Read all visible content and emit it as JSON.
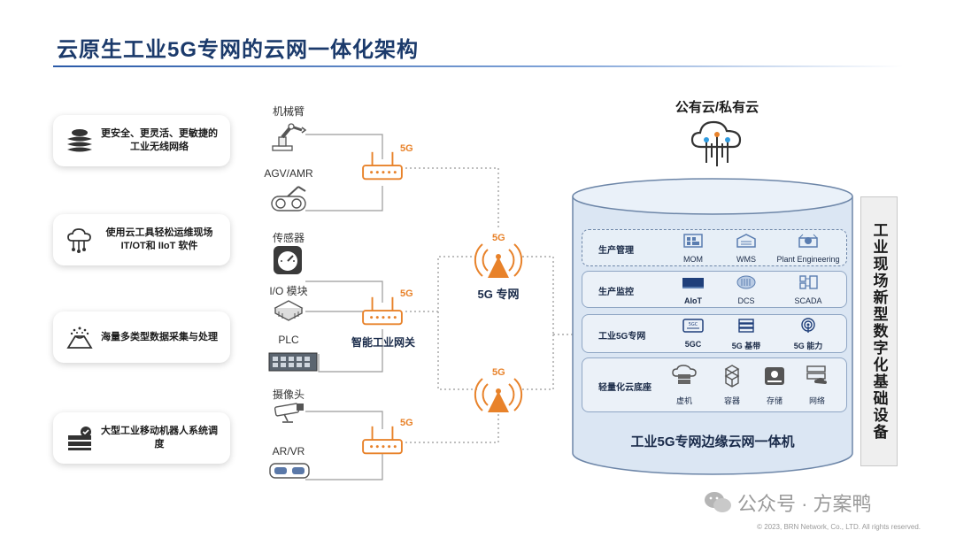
{
  "title": "云原生工业5G专网的云网一体化架构",
  "features": [
    {
      "text": "更安全、更灵活、更敏捷的工业无线网络",
      "icon": "layers-icon"
    },
    {
      "text": "使用云工具轻松运维现场IT/OT和 IIoT 软件",
      "icon": "cloud-network-icon"
    },
    {
      "text": "海量多类型数据采集与处理",
      "icon": "data-volcano-icon"
    },
    {
      "text": "大型工业移动机器人系统调度",
      "icon": "robot-dispatch-icon"
    }
  ],
  "devices": [
    {
      "label": "机械臂",
      "icon": "robot-arm-icon"
    },
    {
      "label": "AGV/AMR",
      "icon": "agv-icon"
    },
    {
      "label": "传感器",
      "icon": "gauge-icon"
    },
    {
      "label": "I/O 模块",
      "icon": "io-module-icon"
    },
    {
      "label": "PLC",
      "icon": "plc-icon"
    },
    {
      "label": "摄像头",
      "icon": "camera-icon"
    },
    {
      "label": "AR/VR",
      "icon": "vr-headset-icon"
    }
  ],
  "tag_5g": "5G",
  "gateway_label": "智能工业网关",
  "network_label": "5G 专网",
  "cloud_label": "公有云/私有云",
  "cylinder_label": "工业5G专网边缘云网一体机",
  "side_label": "工业现场新型数字化基础设备",
  "layers": [
    {
      "name": "生产管理",
      "items": [
        "MOM",
        "WMS",
        "Plant Engineering"
      ]
    },
    {
      "name": "生产监控",
      "items": [
        "AIoT",
        "DCS",
        "SCADA"
      ]
    },
    {
      "name": "工业5G专网",
      "items": [
        "5GC",
        "5G 基带",
        "5G 能力"
      ]
    },
    {
      "name": "轻量化云底座",
      "items": [
        "虚机",
        "容器",
        "存储",
        "网络"
      ]
    }
  ],
  "watermark": "公众号 · 方案鸭",
  "copyright": "© 2023, BRN Network, Co., LTD. All rights reserved.",
  "colors": {
    "accent": "#e8822a",
    "title": "#1b3a6b",
    "cylinder": "#d9e4f2",
    "line": "#9a9a9a"
  }
}
